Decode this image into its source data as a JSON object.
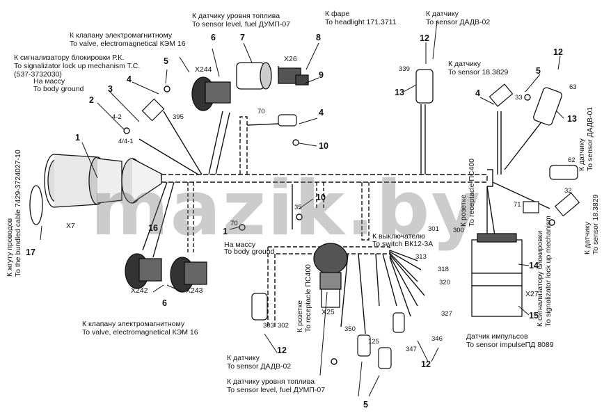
{
  "labels": {
    "fuel_top": [
      "К датчику уровня топлива",
      "To sensor level, fuel ДУМП-07"
    ],
    "headlight": [
      "К фаре",
      "To headlight 171.3711"
    ],
    "dadv_top": [
      "К датчику",
      "To sensor ДАДВ-02"
    ],
    "valve_top": [
      "К клапану электромагнитному",
      "To valve, electromagnetical КЭМ 16"
    ],
    "signal_left": [
      "К сигнализатору блокировки Р.К.",
      "To signalizator lock up mechanism T.C.",
      "(537-3732030)"
    ],
    "ground_top": [
      "На массу",
      "To body ground"
    ],
    "sensor_18_top": [
      "К датчику",
      "To sensor 18.3829"
    ],
    "ground_mid": [
      "На массу",
      "To body ground"
    ],
    "switch": [
      "К выключателю",
      "To switch ВК12-3А"
    ],
    "valve_bottom": [
      "К клапану электромагнитному",
      "To valve, electromagnetical КЭМ 16"
    ],
    "dadv_bottom": [
      "К датчику",
      "To sensor ДАДВ-02"
    ],
    "fuel_bottom": [
      "К датчику уровня топлива",
      "To sensor level, fuel ДУМП-07"
    ],
    "impulse": [
      "Датчик импульсов",
      "To sensor impulseПД 8089"
    ]
  },
  "vertical_labels": {
    "bundled": [
      "К жгуту проводов",
      "To the bundled cable 7429-3724027-10"
    ],
    "receptacle_mid": [
      "К розетке",
      "To receptacle ПС400"
    ],
    "receptacle_right": [
      "К розетке",
      "To receptacle ПС400"
    ],
    "signal_right": [
      "К сигнализатору блокировки",
      "To signalizator lock up mechanism"
    ],
    "dadv_right": [
      "К датчику",
      "To sensor ДАДВ-01"
    ],
    "sensor_18_right": [
      "К датчику",
      "To sensor 18.3829"
    ]
  },
  "connectors": {
    "x7": "X7",
    "x244": "X244",
    "x26": "X26",
    "x242": "X242",
    "x243": "X243",
    "x25": "X25",
    "x27": "X27"
  },
  "callouts": [
    "1",
    "2",
    "3",
    "4",
    "5",
    "6",
    "7",
    "8",
    "9",
    "10",
    "12",
    "13",
    "14",
    "15",
    "16",
    "17"
  ],
  "wire_numbers": [
    "4-2",
    "4/4-1",
    "395",
    "70",
    "339",
    "33",
    "63",
    "62",
    "32",
    "71",
    "35",
    "70",
    "301",
    "300",
    "313",
    "318",
    "320",
    "327",
    "346",
    "347",
    "350",
    "125",
    "303",
    "302"
  ],
  "watermark": "mazik.by"
}
